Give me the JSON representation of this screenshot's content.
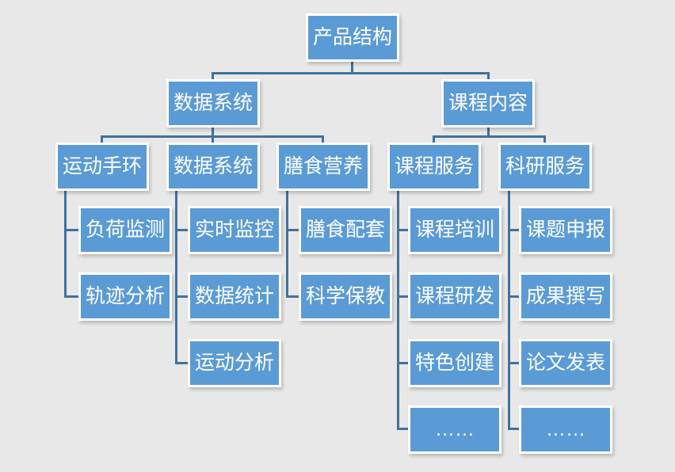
{
  "theme": {
    "background": "#e8e8e8",
    "node_fill": "#5b9bd5",
    "node_border": "#ffffff",
    "connector": "#41719c",
    "text": "#ffffff"
  },
  "tree": {
    "root": {
      "label": "产品结构"
    },
    "branches": [
      {
        "label": "数据系统",
        "groups": [
          {
            "label": "运动手环",
            "items": [
              "负荷监测",
              "轨迹分析"
            ]
          },
          {
            "label": "数据系统",
            "items": [
              "实时监控",
              "数据统计",
              "运动分析"
            ]
          },
          {
            "label": "膳食营养",
            "items": [
              "膳食配套",
              "科学保教"
            ]
          }
        ]
      },
      {
        "label": "课程内容",
        "groups": [
          {
            "label": "课程服务",
            "items": [
              "课程培训",
              "课程研发",
              "特色创建",
              "……"
            ]
          },
          {
            "label": "科研服务",
            "items": [
              "课题申报",
              "成果撰写",
              "论文发表",
              "……"
            ]
          }
        ]
      }
    ]
  }
}
